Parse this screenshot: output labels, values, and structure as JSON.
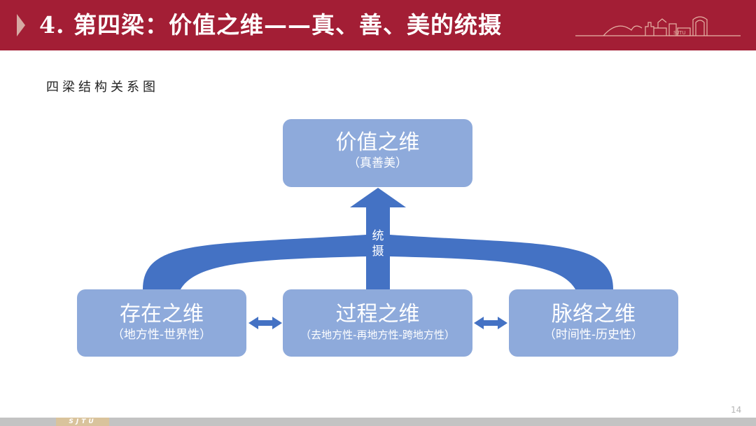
{
  "header": {
    "title": "4. 第四梁：价值之维——真、善、美的统摄",
    "brand_text": "SJTU",
    "colors": {
      "background": "#a31e35",
      "chevron": "#d6a9a3"
    }
  },
  "subtitle": "四梁结构关系图",
  "diagram": {
    "top": {
      "title": "价值之维",
      "subtitle": "（真善美）"
    },
    "bottom": [
      {
        "title": "存在之维",
        "subtitle": "（地方性-世界性）"
      },
      {
        "title": "过程之维",
        "subtitle": "（去地方性-再地方性-跨地方性）"
      },
      {
        "title": "脉络之维",
        "subtitle": "（时间性-历史性）"
      }
    ],
    "arrow_label": "统摄",
    "colors": {
      "box": "#8eaadb",
      "arrow": "#4472c4"
    }
  },
  "footer": {
    "page_number": "14",
    "brand": "SJTU"
  }
}
